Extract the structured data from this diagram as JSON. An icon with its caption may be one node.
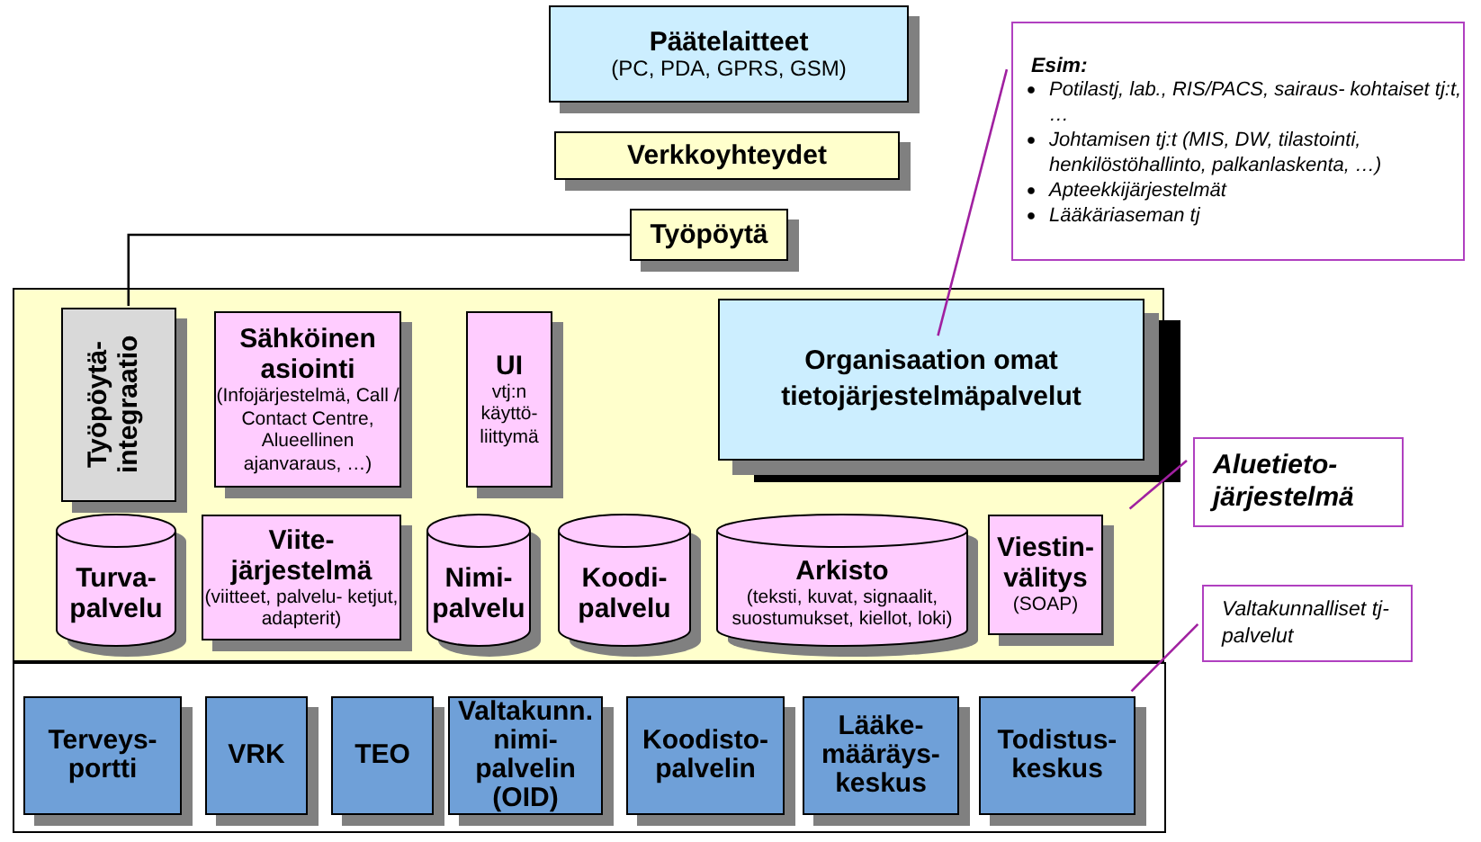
{
  "diagram": {
    "nodes": [
      {
        "text": [
          "Päätelaitteet",
          "(PC, PDA, GPRS, GSM)"
        ]
      },
      {
        "text": [
          "Verkkoyhteydet"
        ]
      },
      {
        "text": [
          "Työpöytä"
        ]
      },
      {
        "text": [],
        "shape": "box"
      },
      {
        "text": [
          "Työpöytä- integraatio"
        ],
        "in": 3
      },
      {
        "text": [
          "Sähköinen asiointi",
          "(Infojärjestelmä, Call / Contact Centre, Alueellinen ajanvaraus, …)"
        ],
        "in": 3
      },
      {
        "text": [
          "UI",
          "vtj:n käyttö- liittymä"
        ],
        "in": 3
      },
      {
        "text": [
          "Organisaation omat tietojärjestelmäpalvelut"
        ],
        "in": 3
      },
      {
        "text": [
          "Turva- palvelu"
        ],
        "in": 3
      },
      {
        "text": [
          "Viite- järjestelmä",
          "(viitteet, palvelu- ketjut, adapterit)"
        ],
        "in": 3
      },
      {
        "text": [
          "Nimi- palvelu"
        ],
        "in": 3
      },
      {
        "text": [
          "Koodi- palvelu"
        ],
        "in": 3
      },
      {
        "text": [
          "Arkisto",
          "(teksti, kuvat, signaalit, suostumukset, kiellot, loki)"
        ],
        "in": 3
      },
      {
        "text": [
          "Viestin- välitys",
          "(SOAP)"
        ],
        "in": 3
      },
      {
        "text": [],
        "shape": "box"
      },
      {
        "text": [
          "Terveys- portti"
        ],
        "in": 14
      },
      {
        "text": [
          "VRK"
        ],
        "in": 14
      },
      {
        "text": [
          "TEO"
        ],
        "in": 14
      },
      {
        "text": [
          "Valtakunn. nimi- palvelin (OID)"
        ],
        "in": 14
      },
      {
        "text": [
          "Koodisto- palvelin"
        ],
        "in": 14
      },
      {
        "text": [
          "Lääke- määräys- keskus"
        ],
        "in": 14
      },
      {
        "text": [
          "Todistus- keskus"
        ],
        "in": 14
      },
      {
        "text": [
          "Esim:",
          "Potilastj, lab., RIS/PACS, sairaus- kohtaiset tj:t, …",
          "Johtamisen tj:t (MIS, DW, tilastointi, henkilöstöhallinto, palkanlaskenta, …)",
          "Apteekkijärjestelmät",
          "Lääkäriaseman tj"
        ]
      },
      {
        "text": [
          "Aluetieto- järjestelmä"
        ]
      },
      {
        "text": [
          "Valtakunnalliset tj-palvelut"
        ]
      }
    ],
    "edges": [
      {
        "from": 2,
        "to": 4,
        "arrow": "none",
        "color": "#000000"
      },
      {
        "from": 22,
        "to": 7,
        "arrow": "none",
        "color": "#a020a0"
      },
      {
        "from": 23,
        "to": 3,
        "arrow": "none",
        "color": "#a020a0"
      },
      {
        "from": 24,
        "to": 14,
        "arrow": "none",
        "color": "#a020a0"
      }
    ]
  }
}
